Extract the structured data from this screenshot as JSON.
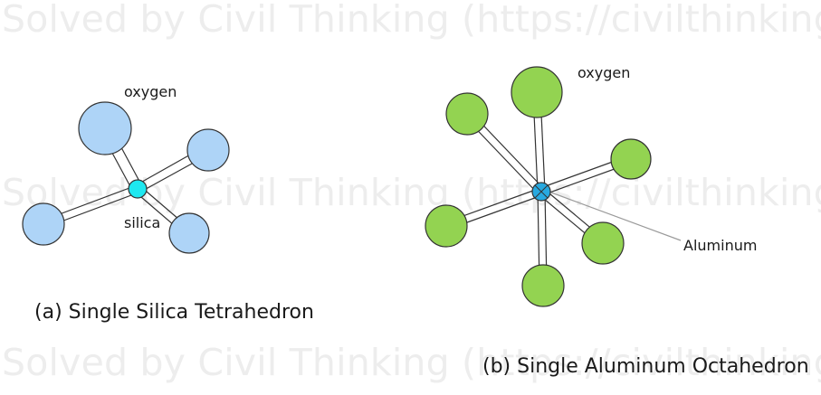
{
  "watermark": {
    "text": "Solved by Civil Thinking (https://civilthinking.com)"
  },
  "tetrahedron": {
    "oxygen_label": "oxygen",
    "center_label": "silica",
    "caption": "(a) Single Silica Tetrahedron",
    "atom_color": "#aed4f7",
    "center_color": "#1ee8f0"
  },
  "octahedron": {
    "oxygen_label": "oxygen",
    "center_label": "Aluminum",
    "caption": "(b) Single Aluminum Octahedron",
    "atom_color": "#93d351",
    "center_color": "#28a9e0"
  }
}
